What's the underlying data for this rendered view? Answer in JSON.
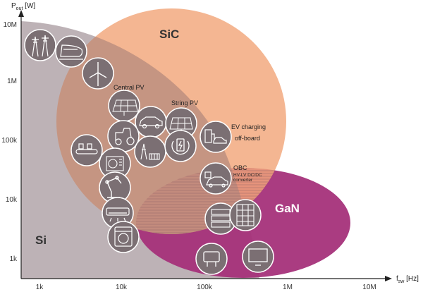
{
  "axes": {
    "y_axis_label": "P",
    "y_axis_label_sub": "out",
    "y_axis_unit": " [W]",
    "x_axis_label": "f",
    "x_axis_label_sub": "sw",
    "x_axis_unit": " [Hz]",
    "y_ticks": [
      "10M",
      "1M",
      "100k",
      "10k",
      "1k"
    ],
    "x_ticks": [
      "1k",
      "10k",
      "100k",
      "1M",
      "10M"
    ]
  },
  "regions": [
    {
      "name": "Si",
      "label": "Si",
      "color": "#b9aeb2"
    },
    {
      "name": "SiC",
      "label": "SiC",
      "color": "#f2a67a"
    },
    {
      "name": "GaN",
      "label": "GaN",
      "color": "#a5317a"
    }
  ],
  "application_labels": {
    "central_pv": "Central PV",
    "string_pv": "String PV",
    "ev_charging_line1": "EV charging",
    "ev_charging_line2": "off-board",
    "obc": "OBC",
    "obc_detail_line1": "HV-LV DC/DC",
    "obc_detail_line2": "converter"
  },
  "icons": [
    "power-pylon-icon",
    "high-speed-train-icon",
    "wind-turbine-icon",
    "solar-panel-icon",
    "car-icon",
    "tractor-icon",
    "conveyor-icon",
    "heat-pump-icon",
    "robot-arm-icon",
    "air-conditioner-icon",
    "washing-machine-icon",
    "substation-icon",
    "battery-charge-icon",
    "ev-charger-icon",
    "server-rack-icon",
    "data-center-icon",
    "charger-adapter-icon",
    "television-icon"
  ]
}
